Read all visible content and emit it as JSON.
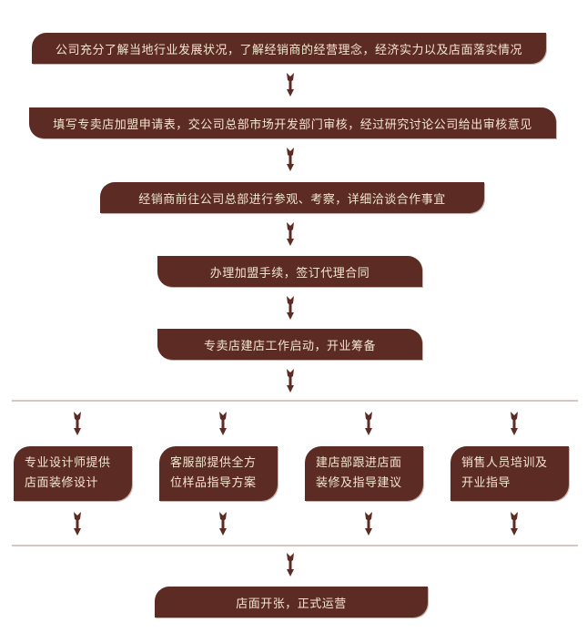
{
  "flow": {
    "steps": [
      "公司充分了解当地行业发展状况，了解经销商的经营理念，经济实力以及店面落实情况",
      "填写专卖店加盟申请表，交公司总部市场开发部门审核，经过研究讨论公司给出审核意见",
      "经销商前往公司总部进行参观、考察，详细洽谈合作事宜",
      "办理加盟手续，签订代理合同",
      "专卖店建店工作启动，开业筹备"
    ],
    "parallel": [
      {
        "line1": "专业设计师提供",
        "line2": "店面装修设计"
      },
      {
        "line1": "客服部提供全方",
        "line2": "位样品指导方案"
      },
      {
        "line1": "建店部跟进店面",
        "line2": "装修及指导建议"
      },
      {
        "line1": "销售人员培训及",
        "line2": "开业指导"
      }
    ],
    "final": "店面开张，正式运营"
  },
  "colors": {
    "box": "#5c2b24",
    "text": "#f3e6cf",
    "divider": "#d8c4c2",
    "arrow": "#5c2b24"
  }
}
